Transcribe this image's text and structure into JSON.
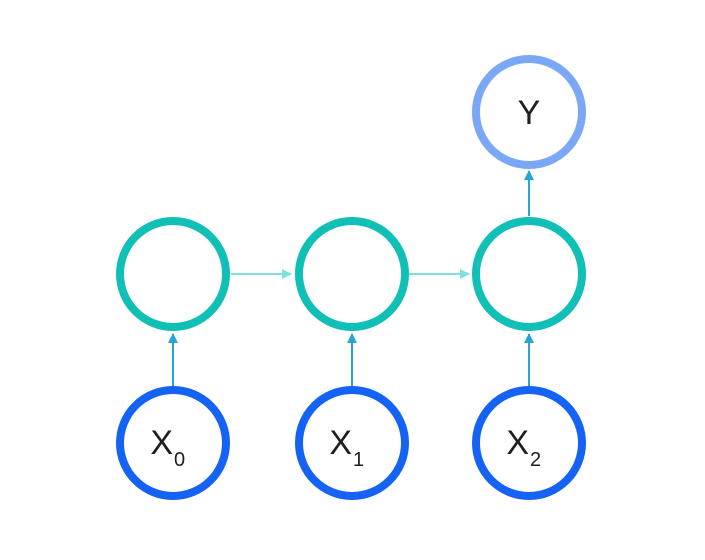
{
  "nodes": {
    "y": {
      "label": "Y"
    },
    "x0": {
      "label": "X",
      "sub": "0"
    },
    "x1": {
      "label": "X",
      "sub": "1"
    },
    "x2": {
      "label": "X",
      "sub": "2"
    }
  },
  "colors": {
    "output": "#7aa8f7",
    "hidden": "#10bfb5",
    "input": "#1463f5",
    "arrow_vertical": "#2aa3d6",
    "arrow_horizontal": "#7fe0e2"
  }
}
